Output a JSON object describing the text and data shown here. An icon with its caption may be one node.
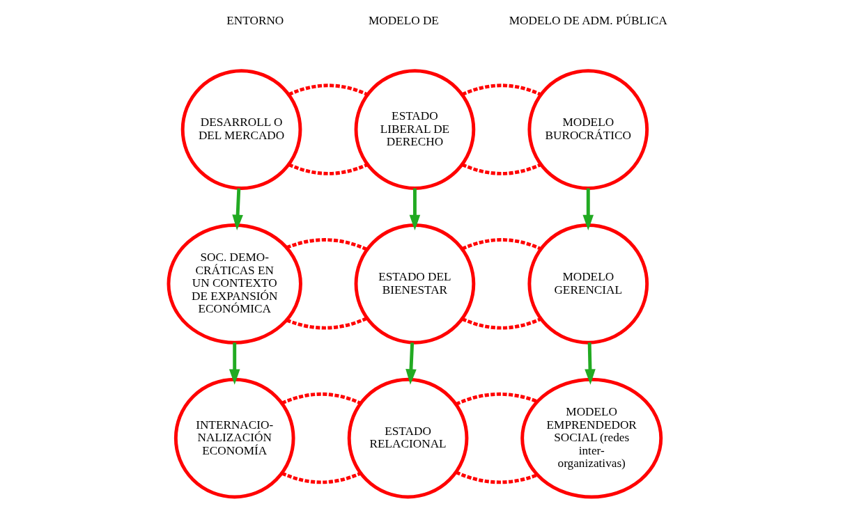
{
  "diagram": {
    "nodes": [
      {
        "text": [
          "DESARROLL O DEL MERCADO"
        ]
      },
      {
        "text": [
          "ESTADO LIBERAL DE DERECHO"
        ]
      },
      {
        "text": [
          "MODELO BUROCRÁTICO"
        ]
      },
      {
        "text": [
          "SOC. DEMO- CRÁTICAS EN UN CONTEXTO DE EXPANSIÓN ECONÓMICA"
        ]
      },
      {
        "text": [
          "ESTADO DEL BIENESTAR"
        ]
      },
      {
        "text": [
          "MODELO GERENCIAL"
        ]
      },
      {
        "text": [
          "INTERNACIO- NALIZACIÓN ECONOMÍA"
        ]
      },
      {
        "text": [
          "ESTADO RELACIONAL"
        ]
      },
      {
        "text": [
          "MODELO EMPRENDEDOR SOCIAL (redes inter- organizativas)"
        ]
      }
    ],
    "edges": [
      {
        "from": 0,
        "to": 1,
        "arrow": "none",
        "style": "dashed",
        "color": "#ff0000"
      },
      {
        "from": 0,
        "to": 1,
        "arrow": "none",
        "style": "dashed",
        "color": "#ff0000"
      },
      {
        "from": 1,
        "to": 2,
        "arrow": "none",
        "style": "dashed",
        "color": "#ff0000"
      },
      {
        "from": 1,
        "to": 2,
        "arrow": "none",
        "style": "dashed",
        "color": "#ff0000"
      },
      {
        "from": 0,
        "to": 3,
        "arrow": "to",
        "color": "#22aa22"
      },
      {
        "from": 1,
        "to": 4,
        "arrow": "to",
        "color": "#22aa22"
      },
      {
        "from": 2,
        "to": 5,
        "arrow": "to",
        "color": "#22aa22"
      },
      {
        "from": 3,
        "to": 4,
        "arrow": "none",
        "style": "dashed",
        "color": "#ff0000"
      },
      {
        "from": 3,
        "to": 4,
        "arrow": "none",
        "style": "dashed",
        "color": "#ff0000"
      },
      {
        "from": 4,
        "to": 5,
        "arrow": "none",
        "style": "dashed",
        "color": "#ff0000"
      },
      {
        "from": 4,
        "to": 5,
        "arrow": "none",
        "style": "dashed",
        "color": "#ff0000"
      },
      {
        "from": 3,
        "to": 6,
        "arrow": "to",
        "color": "#22aa22"
      },
      {
        "from": 4,
        "to": 7,
        "arrow": "to",
        "color": "#22aa22"
      },
      {
        "from": 5,
        "to": 8,
        "arrow": "to",
        "color": "#22aa22"
      },
      {
        "from": 6,
        "to": 7,
        "arrow": "none",
        "style": "dashed",
        "color": "#ff0000"
      },
      {
        "from": 6,
        "to": 7,
        "arrow": "none",
        "style": "dashed",
        "color": "#ff0000"
      },
      {
        "from": 7,
        "to": 8,
        "arrow": "none",
        "style": "dashed",
        "color": "#ff0000"
      },
      {
        "from": 7,
        "to": 8,
        "arrow": "none",
        "style": "dashed",
        "color": "#ff0000"
      }
    ],
    "labels": [
      "ENTORNO",
      "MODELO DE",
      "MODELO DE ADM. PÚBLICA"
    ]
  }
}
